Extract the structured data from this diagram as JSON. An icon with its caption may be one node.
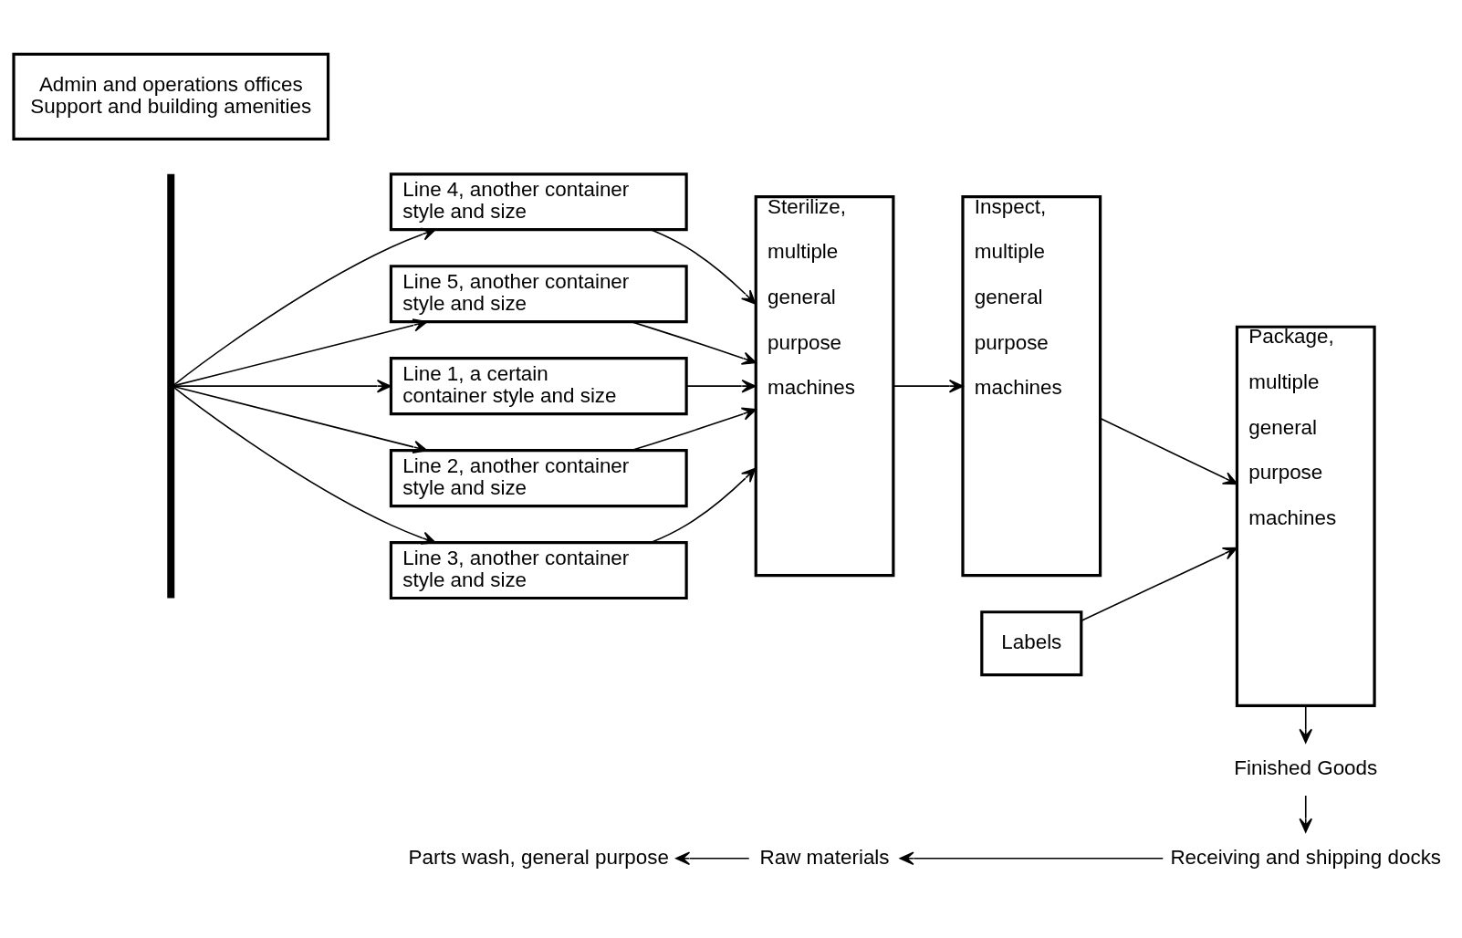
{
  "diagram": {
    "nodes": [
      {
        "text": [
          "Line 1, a certain container style and size"
        ]
      },
      {
        "text": [
          "Line 2, another container style and size"
        ]
      },
      {
        "text": [
          "Line 3, another container style and size"
        ]
      },
      {
        "text": [
          "Line 4, another container style and size"
        ]
      },
      {
        "text": [
          "Line 5, another container style and size"
        ]
      },
      {
        "text": [
          "Sterilize, multiple general purpose machines"
        ]
      },
      {
        "text": [
          "Inspect, multiple general purpose machines"
        ]
      },
      {
        "text": [
          "Package, multiple general purpose machines"
        ]
      },
      {
        "text": [
          "Labels"
        ]
      },
      {
        "text": [
          "Parts wash, general purpose"
        ]
      },
      {
        "text": [
          "Raw materials"
        ]
      },
      {
        "text": [
          "Finished Goods"
        ]
      },
      {
        "text": [
          "Receiving and shipping docks"
        ]
      },
      {
        "text": [
          "Admin and operations offices",
          "Support and building amenities"
        ]
      },
      {
        "text": [],
        "shape": "bar"
      }
    ],
    "edges": [
      {
        "from": 14,
        "to": 0,
        "arrow": "to"
      },
      {
        "from": 14,
        "to": 1,
        "arrow": "to"
      },
      {
        "from": 14,
        "to": 2,
        "arrow": "to"
      },
      {
        "from": 14,
        "to": 3,
        "arrow": "to"
      },
      {
        "from": 14,
        "to": 4,
        "arrow": "to"
      },
      {
        "from": 0,
        "to": 5,
        "arrow": "to"
      },
      {
        "from": 1,
        "to": 5,
        "arrow": "to"
      },
      {
        "from": 2,
        "to": 5,
        "arrow": "to"
      },
      {
        "from": 3,
        "to": 5,
        "arrow": "to"
      },
      {
        "from": 4,
        "to": 5,
        "arrow": "to"
      },
      {
        "from": 5,
        "to": 6,
        "arrow": "to"
      },
      {
        "from": 6,
        "to": 7,
        "arrow": "to"
      },
      {
        "from": 8,
        "to": 7,
        "arrow": "to"
      },
      {
        "from": 7,
        "to": 11,
        "arrow": "to"
      },
      {
        "from": 10,
        "to": 9,
        "arrow": "to"
      },
      {
        "from": 11,
        "to": 12,
        "arrow": "to"
      },
      {
        "from": 12,
        "to": 10,
        "arrow": "to"
      }
    ]
  }
}
